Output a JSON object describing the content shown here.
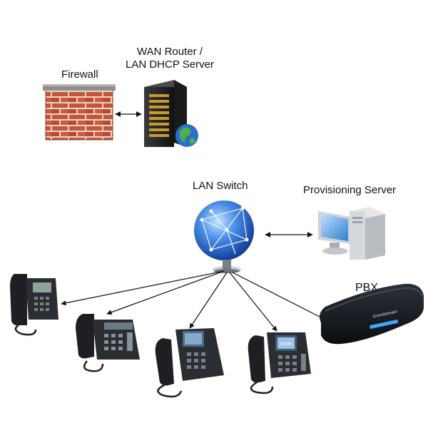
{
  "labels": {
    "firewall": "Firewall",
    "router_line1": "WAN Router /",
    "router_line2": "LAN DHCP Server",
    "switch": "LAN Switch",
    "provisioning": "Provisioning Server",
    "pbx": "PBX"
  },
  "pbx_display": "Grandstream",
  "phone_screen": "snom",
  "colors": {
    "brick": "#c4553a",
    "mortar": "#e9d7c6",
    "server_body": "#1e1e1e",
    "globe": "#2f6fd6",
    "monitor": "#3a89d6",
    "pc_case": "#d6d9dc",
    "pbx_body": "#161a1f",
    "pbx_led": "#3ea8ff",
    "phone_body": "#1d1f22"
  }
}
